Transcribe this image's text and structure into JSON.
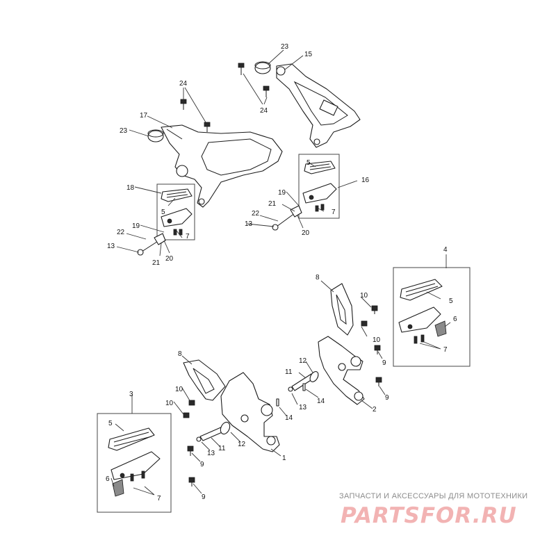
{
  "diagram": {
    "labels": [
      "1",
      "2",
      "3",
      "4",
      "5",
      "6",
      "7",
      "8",
      "9",
      "10",
      "11",
      "12",
      "13",
      "14",
      "15",
      "16",
      "17",
      "18",
      "19",
      "20",
      "21",
      "22",
      "23",
      "24"
    ]
  },
  "watermark": {
    "tagline": "ЗАПЧАСТИ И АКСЕССУАРЫ ДЛЯ МОТОТЕХНИКИ",
    "logo": "PARTSFOR.RU",
    "color": "#f2b3b3"
  }
}
